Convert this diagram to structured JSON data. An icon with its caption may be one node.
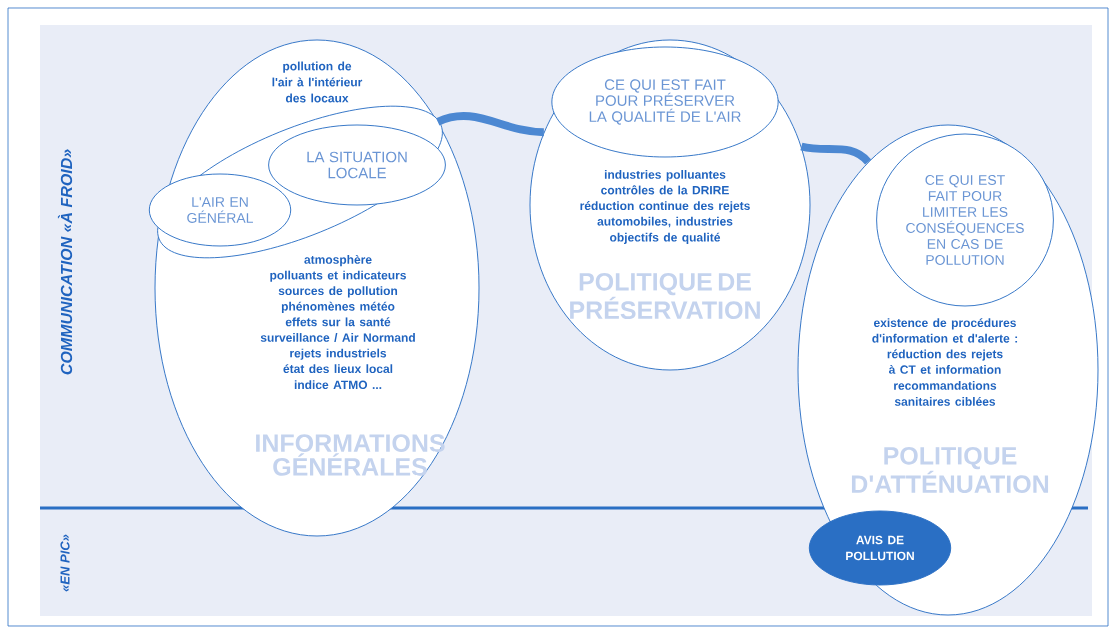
{
  "diagram": {
    "nodes": [
      {
        "text": [
          "pollution de l'air à l'intérieur des locaux",
          "atmosphère",
          "polluants et indicateurs",
          "sources de pollution",
          "phénomènes météo",
          "effets sur la santé",
          "surveillance / Air Normand",
          "rejets industriels",
          "état des lieux local",
          "indice ATMO ...",
          "INFORMATIONS GÉNÉRALES"
        ]
      },
      {
        "text": [],
        "shape": "circle",
        "in": 0
      },
      {
        "text": [
          "LA SITUATION LOCALE"
        ],
        "in": 1
      },
      {
        "text": [
          "L'AIR EN GÉNÉRAL"
        ],
        "in": 1
      },
      {
        "text": [
          "industries polluantes",
          "contrôles de la DRIRE",
          "réduction continue des rejets automobiles, industries",
          "objectifs de qualité",
          "POLITIQUE DE PRÉSERVATION"
        ]
      },
      {
        "text": [
          "CE QUI EST FAIT POUR PRÉSERVER LA QUALITÉ DE L'AIR"
        ],
        "in": 4
      },
      {
        "text": [
          "existence de procédures d'information et d'alerte :",
          "réduction des rejets à CT et information",
          "recommandations sanitaires ciblées",
          "POLITIQUE D'ATTÉNUATION"
        ]
      },
      {
        "text": [
          "CE QUI EST FAIT POUR LIMITER LES CONSÉQUENCES EN CAS DE POLLUTION"
        ],
        "in": 6
      },
      {
        "text": [
          "AVIS DE POLLUTION"
        ],
        "in": 6
      }
    ],
    "edges": [
      {
        "from": 0,
        "to": 4,
        "arrow": "none"
      },
      {
        "from": 4,
        "to": 6,
        "arrow": "none"
      }
    ],
    "labels": [
      "COMMUNICATION «À FROID»",
      "«EN PIC»"
    ]
  }
}
